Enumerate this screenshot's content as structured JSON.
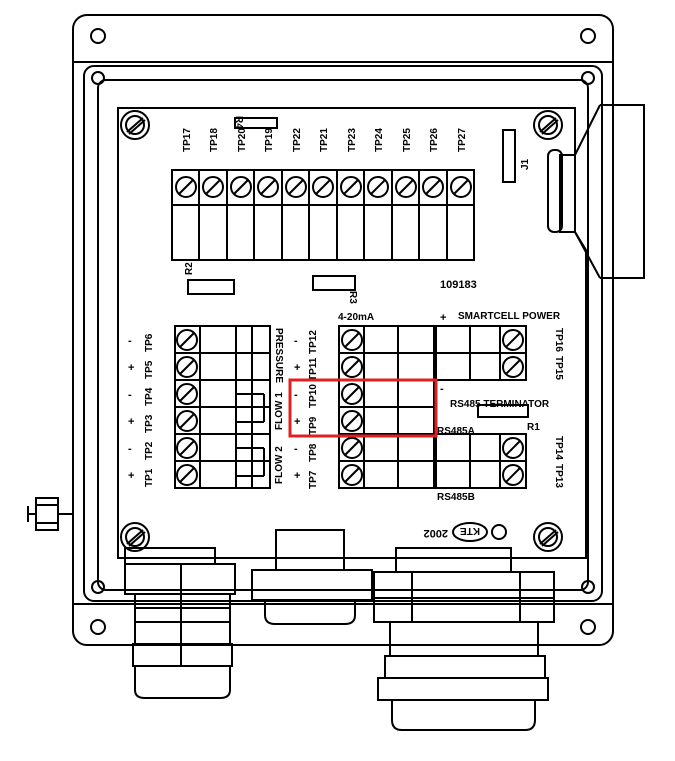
{
  "top_terminals": [
    "TP17",
    "TP18",
    "TP20",
    "TP19",
    "TP22",
    "TP21",
    "TP23",
    "TP24",
    "TP25",
    "TP26",
    "TP27"
  ],
  "top_labels": {
    "r4": "R4",
    "j1": "J1",
    "r2": "R2",
    "r3": "R3",
    "board_number": "109183"
  },
  "left_block": {
    "terminals": [
      "TP6",
      "TP5",
      "TP4",
      "TP3",
      "TP2",
      "TP1"
    ],
    "polarity": [
      "-",
      "+",
      "-",
      "+",
      "-",
      "+"
    ],
    "pressure_label": "PRESSURE",
    "flow1_label": "FLOW 1",
    "flow2_label": "FLOW 2"
  },
  "middle_block": {
    "title": "4-20mA",
    "terminals": [
      "TP12",
      "TP11",
      "TP10",
      "TP9",
      "TP8",
      "TP7"
    ],
    "polarity": [
      "-",
      "+",
      "-",
      "+",
      "-",
      "+"
    ]
  },
  "right_block": {
    "plus_sign": "+",
    "smartcell_label": "SMARTCELL POWER",
    "tp16": "TP16",
    "tp15": "TP15",
    "minus_sign": "-",
    "rs485_terminator": "RS485 TERMINATOR",
    "r1": "R1",
    "rs485a": "RS485A",
    "tp14": "TP14",
    "tp13": "TP13",
    "rs485b": "RS485B"
  },
  "logo": {
    "year_mirrored": "2002",
    "brand": "KTE"
  },
  "highlight": {
    "color": "#e02020",
    "terminals": [
      "TP10",
      "TP9"
    ]
  }
}
